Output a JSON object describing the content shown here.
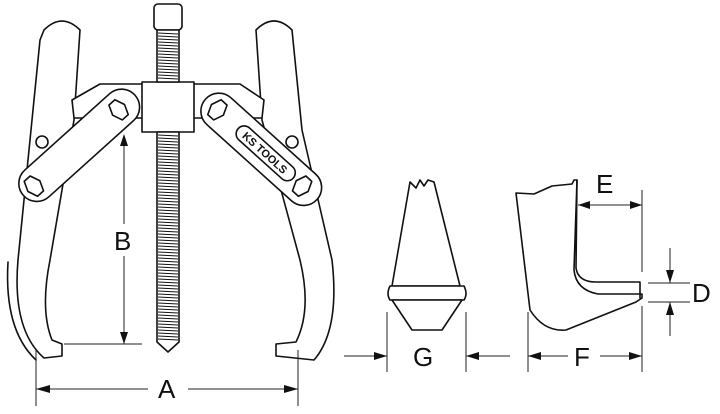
{
  "figure": {
    "subject": "two-arm gear puller with jaw detail views",
    "brand_logo": "KS TOOLS",
    "dimension_labels": {
      "A": "A",
      "B": "B",
      "D": "D",
      "E": "E",
      "F": "F",
      "G": "G"
    }
  },
  "colors": {
    "line": "#111111",
    "background": "#ffffff"
  }
}
